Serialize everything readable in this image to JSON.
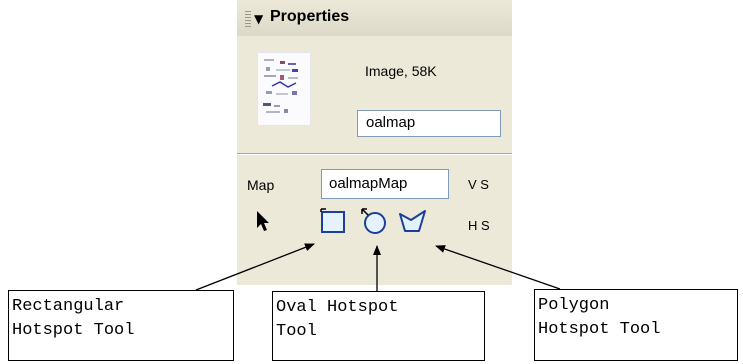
{
  "panel": {
    "title": "Properties",
    "collapse_glyph": "▼",
    "image_info": "Image, 58K",
    "image_name": "oalmap",
    "map_label": "Map",
    "map_name": "oalmapMap",
    "vspace_label": "V S",
    "hspace_label": "H S",
    "tools": [
      {
        "icon": "pointer-hotspot-icon"
      },
      {
        "icon": "rectangular-hotspot-icon"
      },
      {
        "icon": "oval-hotspot-icon"
      },
      {
        "icon": "polygon-hotspot-icon"
      }
    ]
  },
  "callouts": {
    "rectangular": {
      "line1": "Rectangular",
      "line2": "Hotspot Tool"
    },
    "oval": {
      "line1": "Oval Hotspot",
      "line2": "Tool"
    },
    "polygon": {
      "line1": "Polygon",
      "line2": "Hotspot Tool"
    }
  },
  "colors": {
    "panel_bg": "#ece9d8",
    "input_border": "#7f9db9",
    "tool_blue": "#1a3f9e",
    "tool_fill": "#e6f2fb"
  }
}
